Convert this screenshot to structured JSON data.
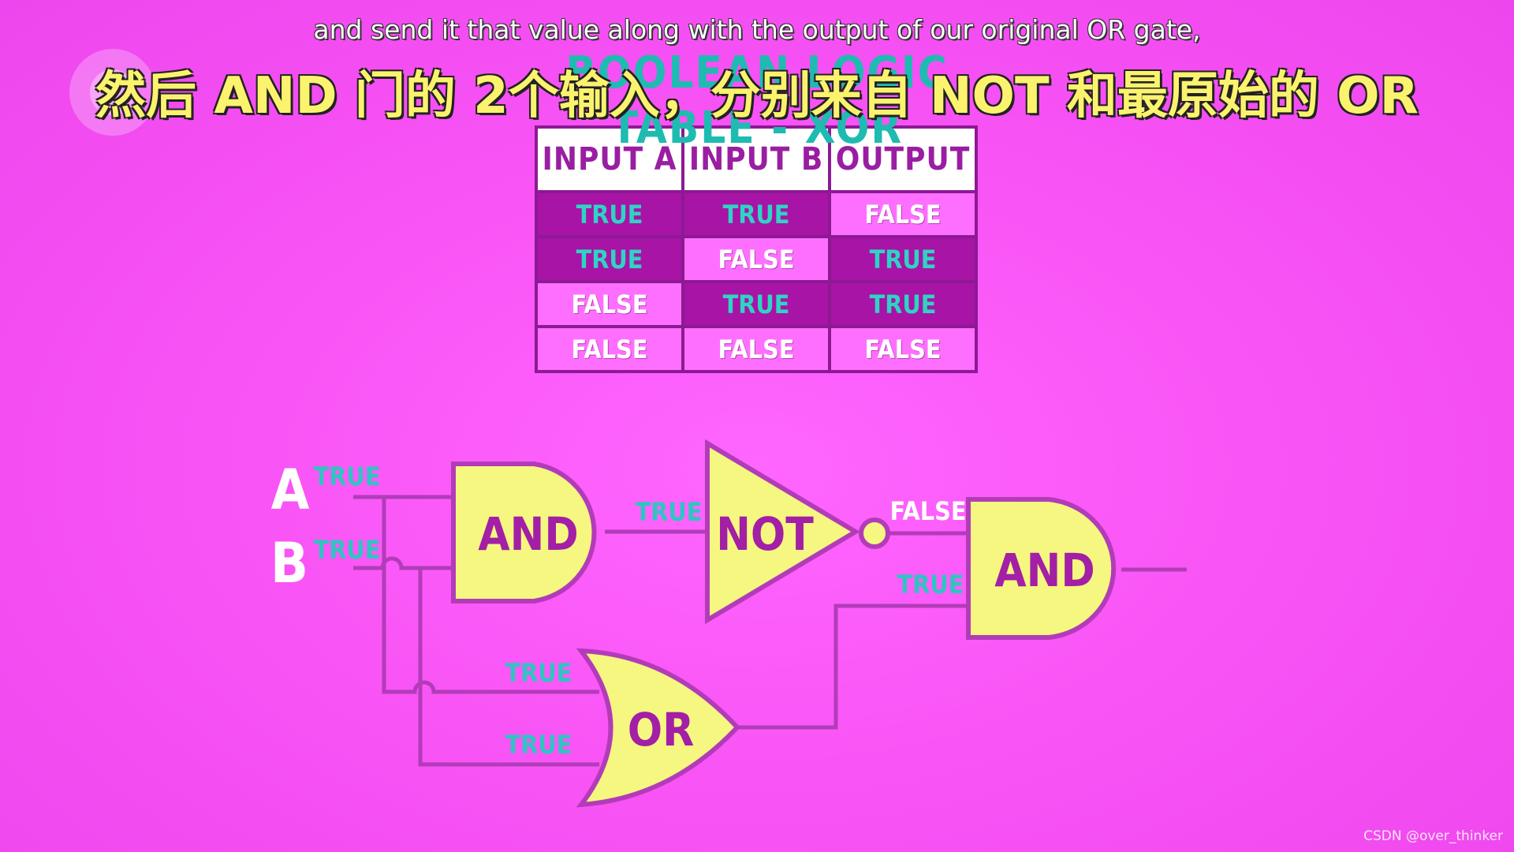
{
  "subtitle_en": "and send it that value along with the output of our original OR gate,",
  "subtitle_zh": "然后 AND 门的 2个输入，分别来自 NOT 和最原始的 OR",
  "background_title": "BOOLEAN LOGIC TABLE - XOR",
  "colors": {
    "background": "#f955f6",
    "gate_fill": "#f6f781",
    "wire": "#b23cb8",
    "true_text": "#2cc6c0",
    "false_text": "#ffffff"
  },
  "truth_table": {
    "headers": [
      "INPUT A",
      "INPUT B",
      "OUTPUT"
    ],
    "rows": [
      [
        "TRUE",
        "TRUE",
        "FALSE"
      ],
      [
        "TRUE",
        "FALSE",
        "TRUE"
      ],
      [
        "FALSE",
        "TRUE",
        "TRUE"
      ],
      [
        "FALSE",
        "FALSE",
        "FALSE"
      ]
    ]
  },
  "circuit": {
    "inputs": {
      "a": "A",
      "b": "B"
    },
    "gates": {
      "and1": "AND",
      "not": "NOT",
      "or": "OR",
      "and2": "AND"
    },
    "signals": {
      "a_in": "TRUE",
      "b_in": "TRUE",
      "and1_out": "TRUE",
      "not_out": "FALSE",
      "or_out": "TRUE",
      "or_in_top": "TRUE",
      "or_in_bottom": "TRUE"
    }
  },
  "watermark": "CSDN @over_thinker"
}
